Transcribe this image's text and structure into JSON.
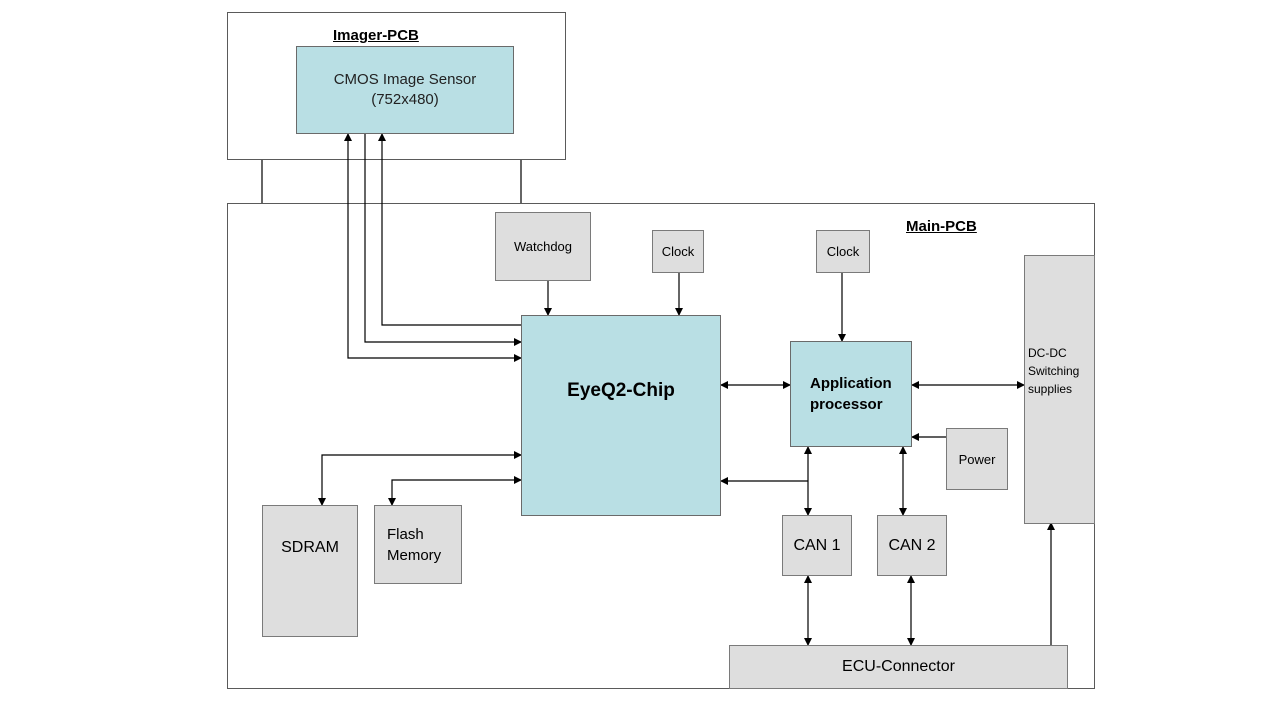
{
  "imager": {
    "title": "Imager-PCB",
    "sensor": "CMOS Image Sensor\n(752x480)"
  },
  "main": {
    "title": "Main-PCB",
    "watchdog": "Watchdog",
    "clock_left": "Clock",
    "clock_right": "Clock",
    "eyeq2": "EyeQ2-Chip",
    "app_processor": "Application\nprocessor",
    "dcdc": "DC-DC\nSwitching\nsupplies",
    "power": "Power",
    "sdram": "SDRAM",
    "flash": "Flash\nMemory",
    "can1": "CAN 1",
    "can2": "CAN 2",
    "ecu": "ECU-Connector"
  },
  "colors": {
    "chip_fill": "#b9dfe4",
    "block_fill": "#dedede",
    "line": "#000000"
  }
}
